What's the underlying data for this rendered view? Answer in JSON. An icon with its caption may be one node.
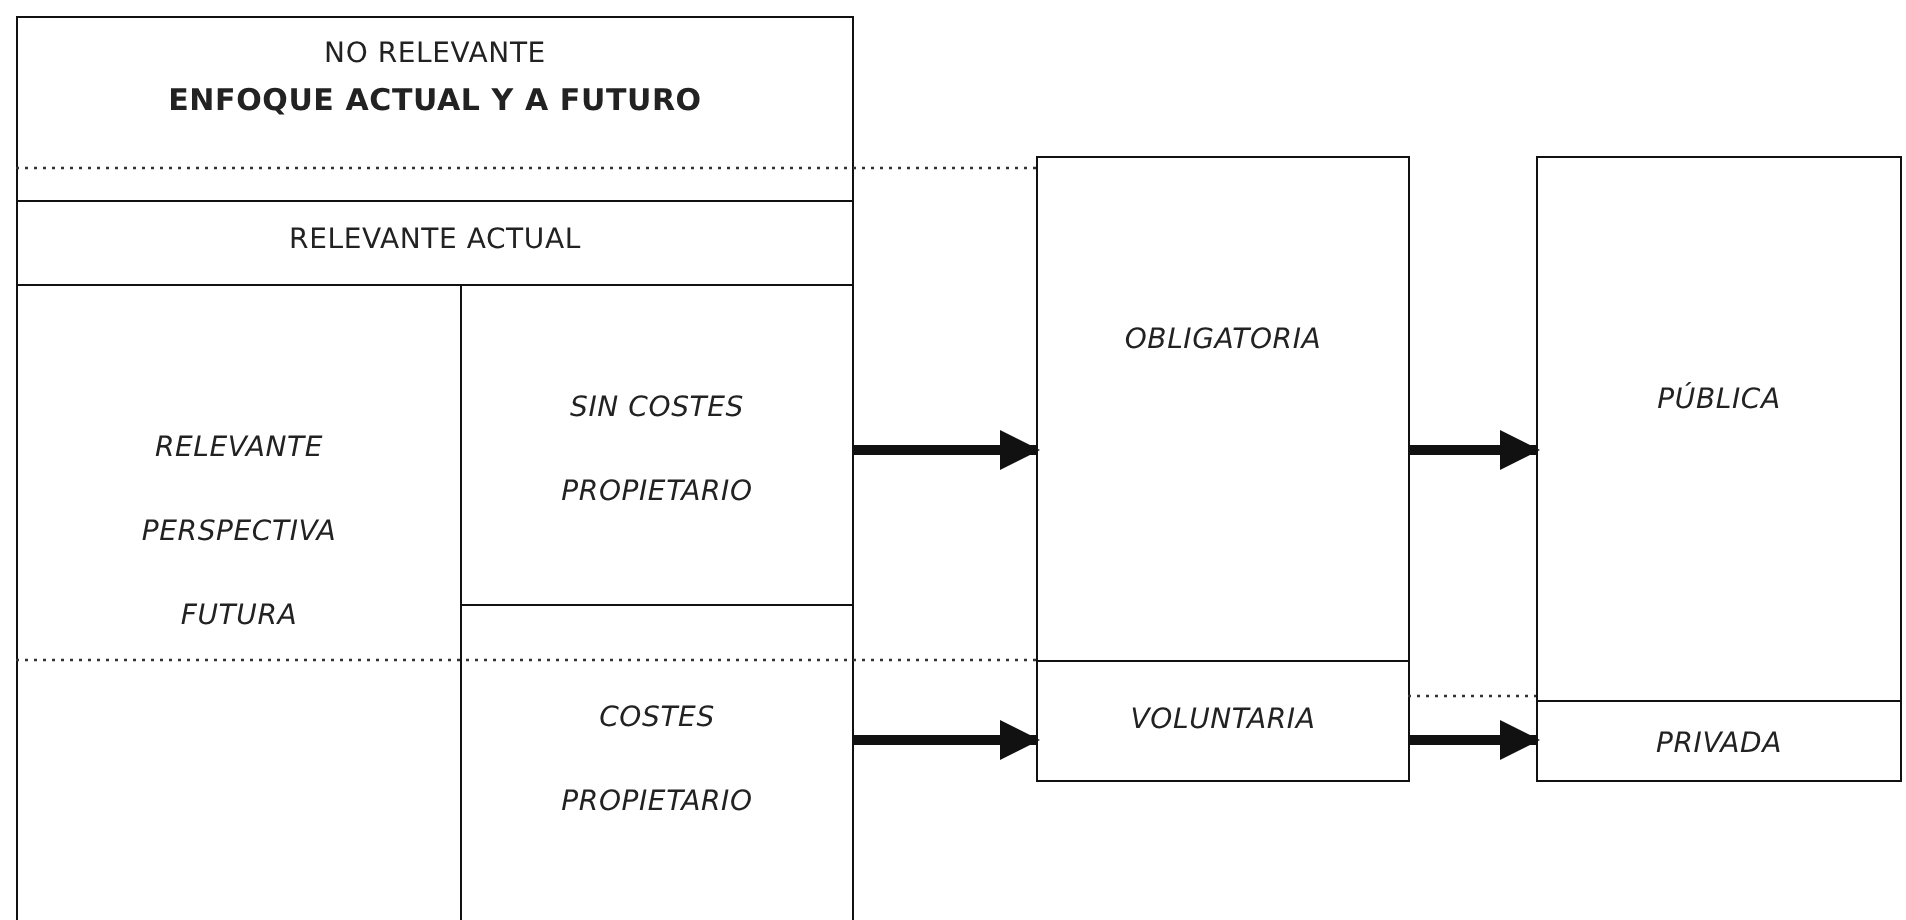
{
  "diagram": {
    "nodes": [
      {
        "text": [
          "NO RELEVANTE",
          "ENFOQUE ACTUAL Y A FUTURO"
        ]
      },
      {
        "text": [
          "RELEVANTE ACTUAL"
        ]
      },
      {
        "text": [
          "RELEVANTE PERSPECTIVA FUTURA"
        ]
      },
      {
        "text": [
          "SIN COSTES PROPIETARIO"
        ]
      },
      {
        "text": [
          "COSTES PROPIETARIO"
        ]
      },
      {
        "text": [
          "OBLIGATORIA"
        ]
      },
      {
        "text": [
          "VOLUNTARIA"
        ]
      },
      {
        "text": [
          "PÚBLICA"
        ]
      },
      {
        "text": [
          "PRIVADA"
        ]
      }
    ],
    "edges": [
      {
        "from": 3,
        "to": 5,
        "arrow": "to"
      },
      {
        "from": 4,
        "to": 6,
        "arrow": "to"
      },
      {
        "from": 5,
        "to": 7,
        "arrow": "to"
      },
      {
        "from": 6,
        "to": 8,
        "arrow": "to"
      }
    ]
  }
}
